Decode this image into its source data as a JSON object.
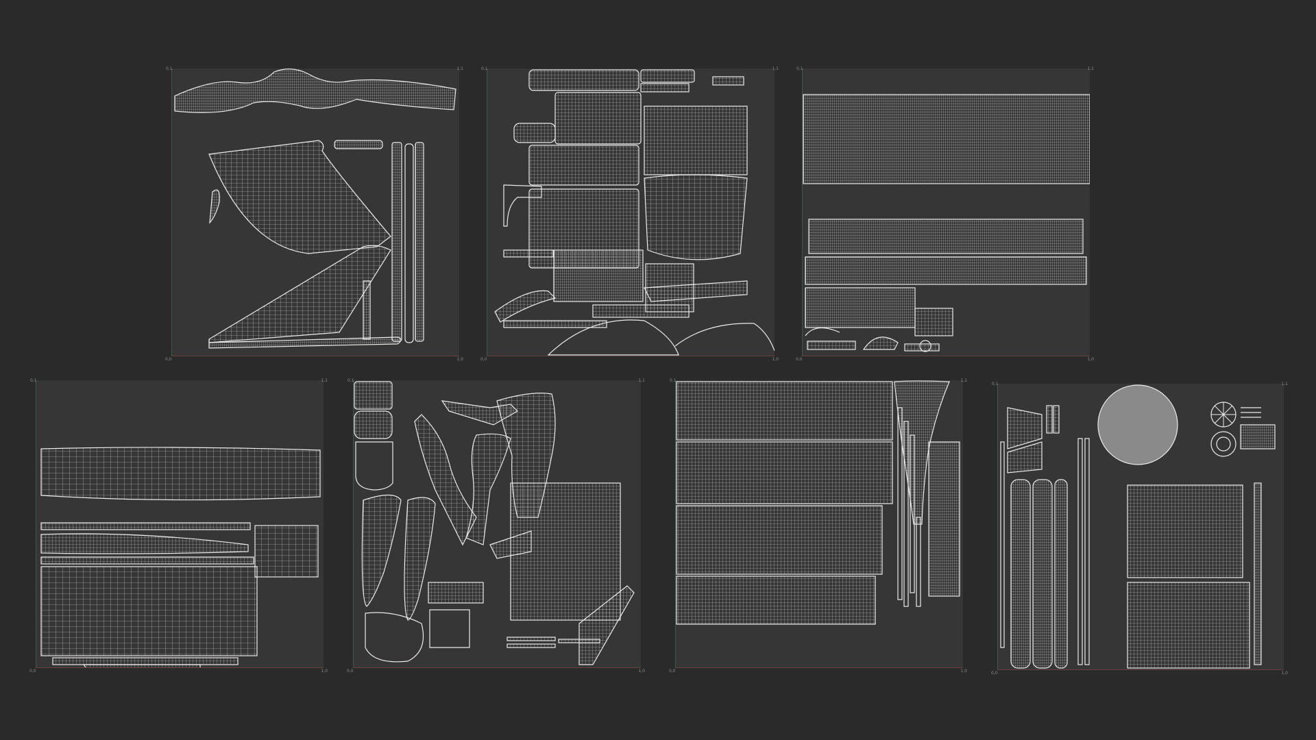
{
  "uv_sheets": [
    {
      "id": "sheet-1",
      "labels": {
        "origin": "0,0",
        "u_max": "1,0",
        "v_max": "0,1",
        "uv_max": "1,1"
      }
    },
    {
      "id": "sheet-2",
      "labels": {
        "origin": "0,0",
        "u_max": "1,0",
        "v_max": "0,1",
        "uv_max": "1,1"
      }
    },
    {
      "id": "sheet-3",
      "labels": {
        "origin": "0,0",
        "u_max": "1,0",
        "v_max": "0,1",
        "uv_max": "1,1"
      }
    },
    {
      "id": "sheet-4",
      "labels": {
        "origin": "0,0",
        "u_max": "1,0",
        "v_max": "0,1",
        "uv_max": "1,1"
      }
    },
    {
      "id": "sheet-5",
      "labels": {
        "origin": "0,0",
        "u_max": "1,0",
        "v_max": "0,1",
        "uv_max": "1,1"
      }
    },
    {
      "id": "sheet-6",
      "labels": {
        "origin": "0,0",
        "u_max": "1,0",
        "v_max": "0,1",
        "uv_max": "1,1"
      }
    },
    {
      "id": "sheet-7",
      "labels": {
        "origin": "0,0",
        "u_max": "1,0",
        "v_max": "0,1",
        "uv_max": "1,1"
      }
    }
  ],
  "colors": {
    "background": "#2a2a2a",
    "panel": "#363636",
    "wire": "#e6e6e6",
    "u_axis": "#6a4040",
    "v_axis": "#3f5a48"
  }
}
